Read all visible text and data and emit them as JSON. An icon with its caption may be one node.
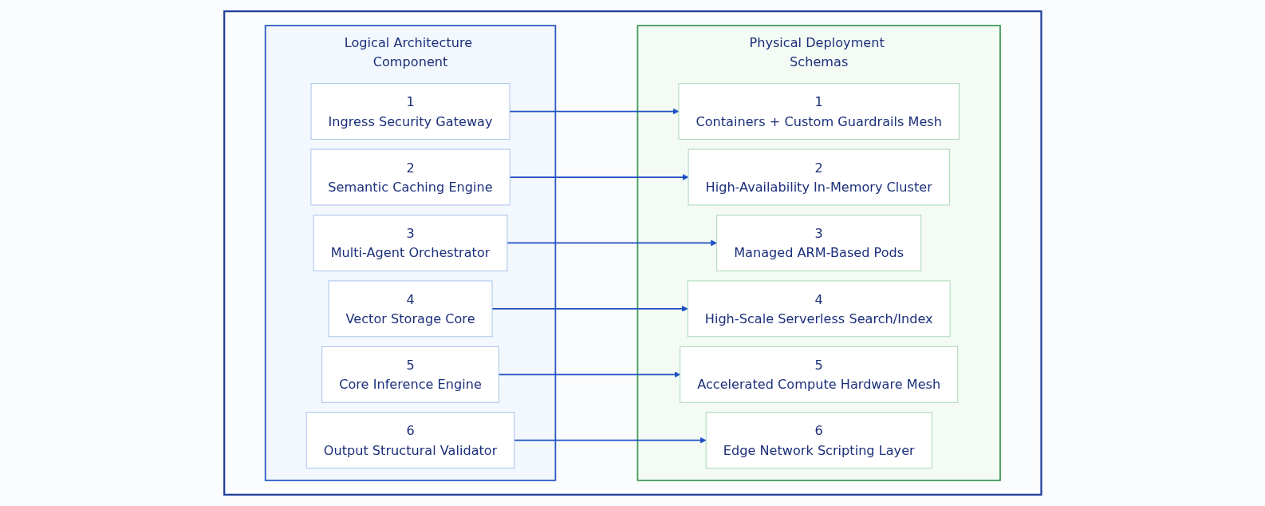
{
  "diagram": {
    "nodes": [
      {
        "text": [],
        "shape": "box"
      },
      {
        "text": [
          "Logical Architecture Component"
        ],
        "in": 0
      },
      {
        "text": [
          "1",
          "Ingress Security Gateway"
        ],
        "in": 1
      },
      {
        "text": [
          "2",
          "Semantic Caching Engine"
        ],
        "in": 1
      },
      {
        "text": [
          "3",
          "Multi-Agent Orchestrator"
        ],
        "in": 1
      },
      {
        "text": [
          "4",
          "Vector Storage Core"
        ],
        "in": 1
      },
      {
        "text": [
          "5",
          "Core Inference Engine"
        ],
        "in": 1
      },
      {
        "text": [
          "6",
          "Output Structural Validator"
        ],
        "in": 1
      },
      {
        "text": [
          "Physical Deployment Schemas"
        ],
        "in": 0
      },
      {
        "text": [
          "1",
          "Containers + Custom Guardrails Mesh"
        ],
        "in": 8
      },
      {
        "text": [
          "2",
          "High-Availability In-Memory Cluster"
        ],
        "in": 8
      },
      {
        "text": [
          "3",
          "Managed ARM-Based Pods"
        ],
        "in": 8
      },
      {
        "text": [
          "4",
          "High-Scale Serverless Search/Index"
        ],
        "in": 8
      },
      {
        "text": [
          "5",
          "Accelerated Compute Hardware Mesh"
        ],
        "in": 8
      },
      {
        "text": [
          "6",
          "Edge Network Scripting Layer"
        ],
        "in": 8
      }
    ],
    "edges": [
      {
        "from": 2,
        "to": 9,
        "arrow": "to"
      },
      {
        "from": 3,
        "to": 10,
        "arrow": "to"
      },
      {
        "from": 4,
        "to": 11,
        "arrow": "to"
      },
      {
        "from": 5,
        "to": 12,
        "arrow": "to"
      },
      {
        "from": 6,
        "to": 13,
        "arrow": "to"
      },
      {
        "from": 7,
        "to": 14,
        "arrow": "to"
      }
    ]
  }
}
